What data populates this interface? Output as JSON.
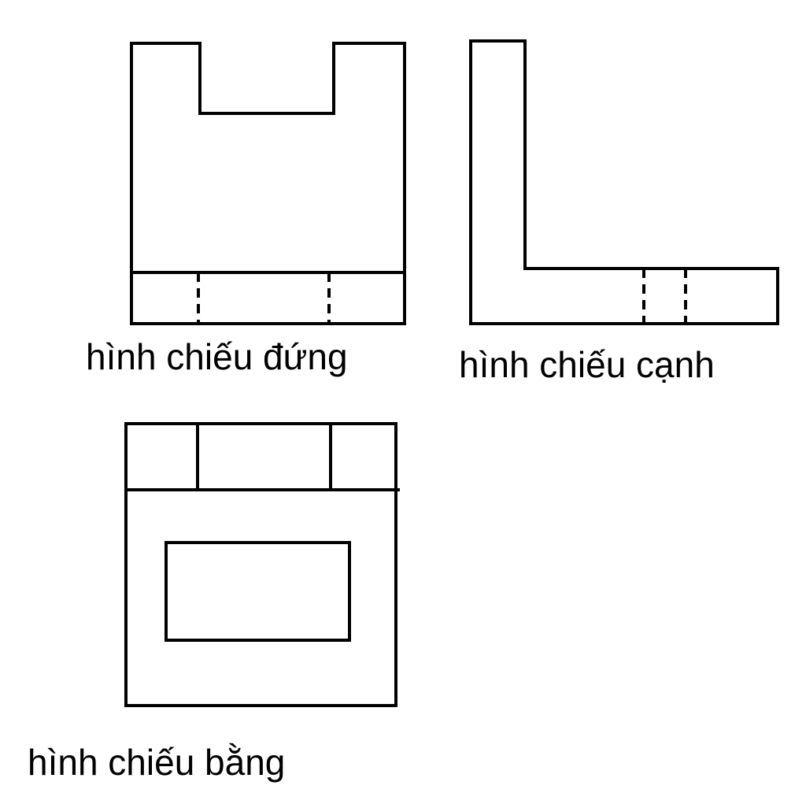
{
  "views": {
    "front": {
      "label": "hình chiếu đứng"
    },
    "side": {
      "label": "hình chiếu cạnh"
    },
    "top": {
      "label": "hình chiếu bằng"
    }
  },
  "colors": {
    "line": "#000000",
    "background": "#ffffff"
  }
}
